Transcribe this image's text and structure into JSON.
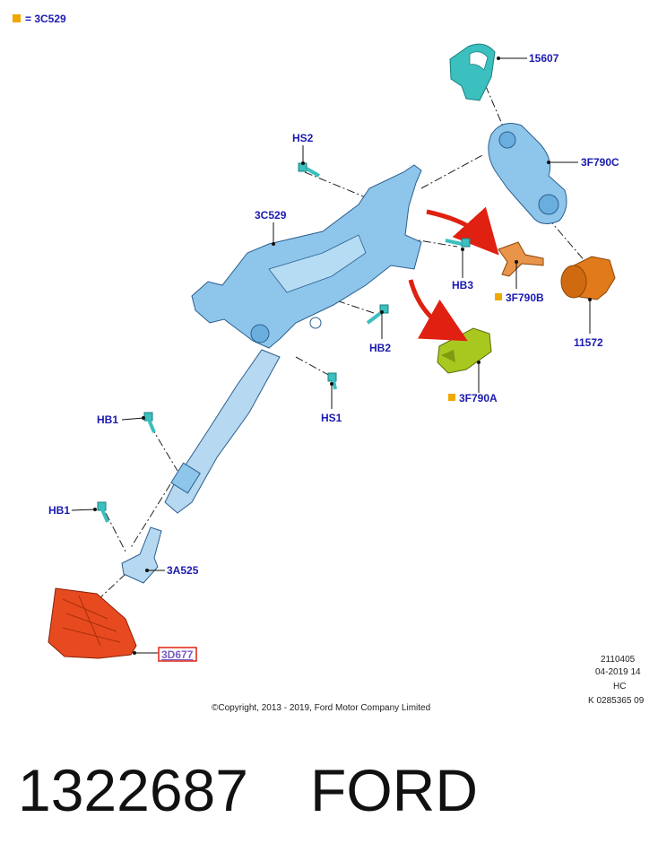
{
  "legend": {
    "label": "= 3C529",
    "color": "#f0a800"
  },
  "parts": {
    "p15607": "15607",
    "p3F790C": "3F790C",
    "pHS2": "HS2",
    "p3C529": "3C529",
    "pHB3": "HB3",
    "p3F790B": "3F790B",
    "p11572": "11572",
    "pHB2": "HB2",
    "p3F790A": "3F790A",
    "pHS1": "HS1",
    "pHB1a": "HB1",
    "pHB1b": "HB1",
    "p3A525": "3A525",
    "p3D677": "3D677"
  },
  "ref": {
    "line1": "2110405",
    "line2": "04-2019 14",
    "line3": "HC",
    "line4": "K 0285365 09"
  },
  "copyright": "©Copyright, 2013 - 2019, Ford Motor Company Limited",
  "caption": {
    "part_number": "1322687",
    "brand": "FORD"
  },
  "colors": {
    "label": "#1b1bb0",
    "column": "#8ec5ea",
    "cyan_part": "#3bbfbf",
    "orange_part": "#e07a1a",
    "green_part": "#a8c820",
    "red_part": "#e84a20",
    "arrow": "#e02010"
  }
}
